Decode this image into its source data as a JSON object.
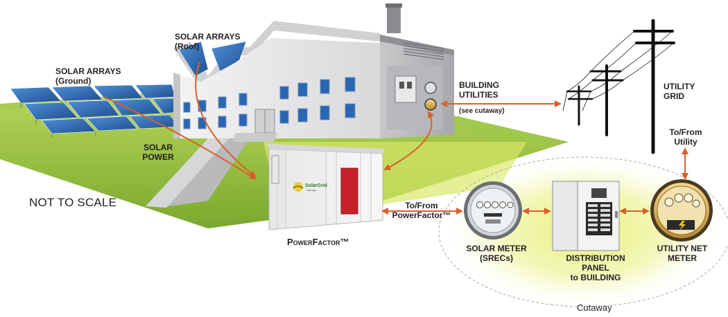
{
  "labels": {
    "solar_arrays_ground": [
      "SOLAR ARRAYS",
      "(Ground)"
    ],
    "solar_arrays_roof": [
      "SOLAR ARRAYS",
      "(Roof)"
    ],
    "building_utilities": [
      "BUILDING",
      "UTILITIES"
    ],
    "see_cutaway": "(see cutaway)",
    "utility_grid": [
      "UTILITY",
      "GRID"
    ],
    "to_from_utility": [
      "To/From",
      "Utility"
    ],
    "solar_power": [
      "SOLAR",
      "POWER"
    ],
    "not_to_scale": "NOT TO SCALE",
    "to_from_powerfactor": [
      "To/From",
      "PowerFactor™"
    ],
    "powerfactor": "PowerFactor™",
    "solar_meter": [
      "SOLAR METER",
      "(SRECs)"
    ],
    "distribution_panel": [
      "DISTRIBUTION",
      "PANEL",
      "to BUILDING"
    ],
    "utility_net_meter": [
      "UTILITY NET",
      "METER"
    ],
    "cutaway": "Cutaway",
    "logo": [
      "SolarGrid",
      "storage"
    ]
  },
  "colors": {
    "arrow": "#d9602a",
    "grass": "#8fbf3a",
    "ground_glow": "#e8f07a",
    "building_wall": "#e9e9ea",
    "solar_panel": "#2f6db5",
    "door_red": "#c8202a"
  },
  "icons": [
    "solar-panel-icon",
    "factory-icon",
    "container-icon",
    "power-pole-icon",
    "electric-meter-icon",
    "distribution-panel-icon",
    "analog-net-meter-icon"
  ]
}
